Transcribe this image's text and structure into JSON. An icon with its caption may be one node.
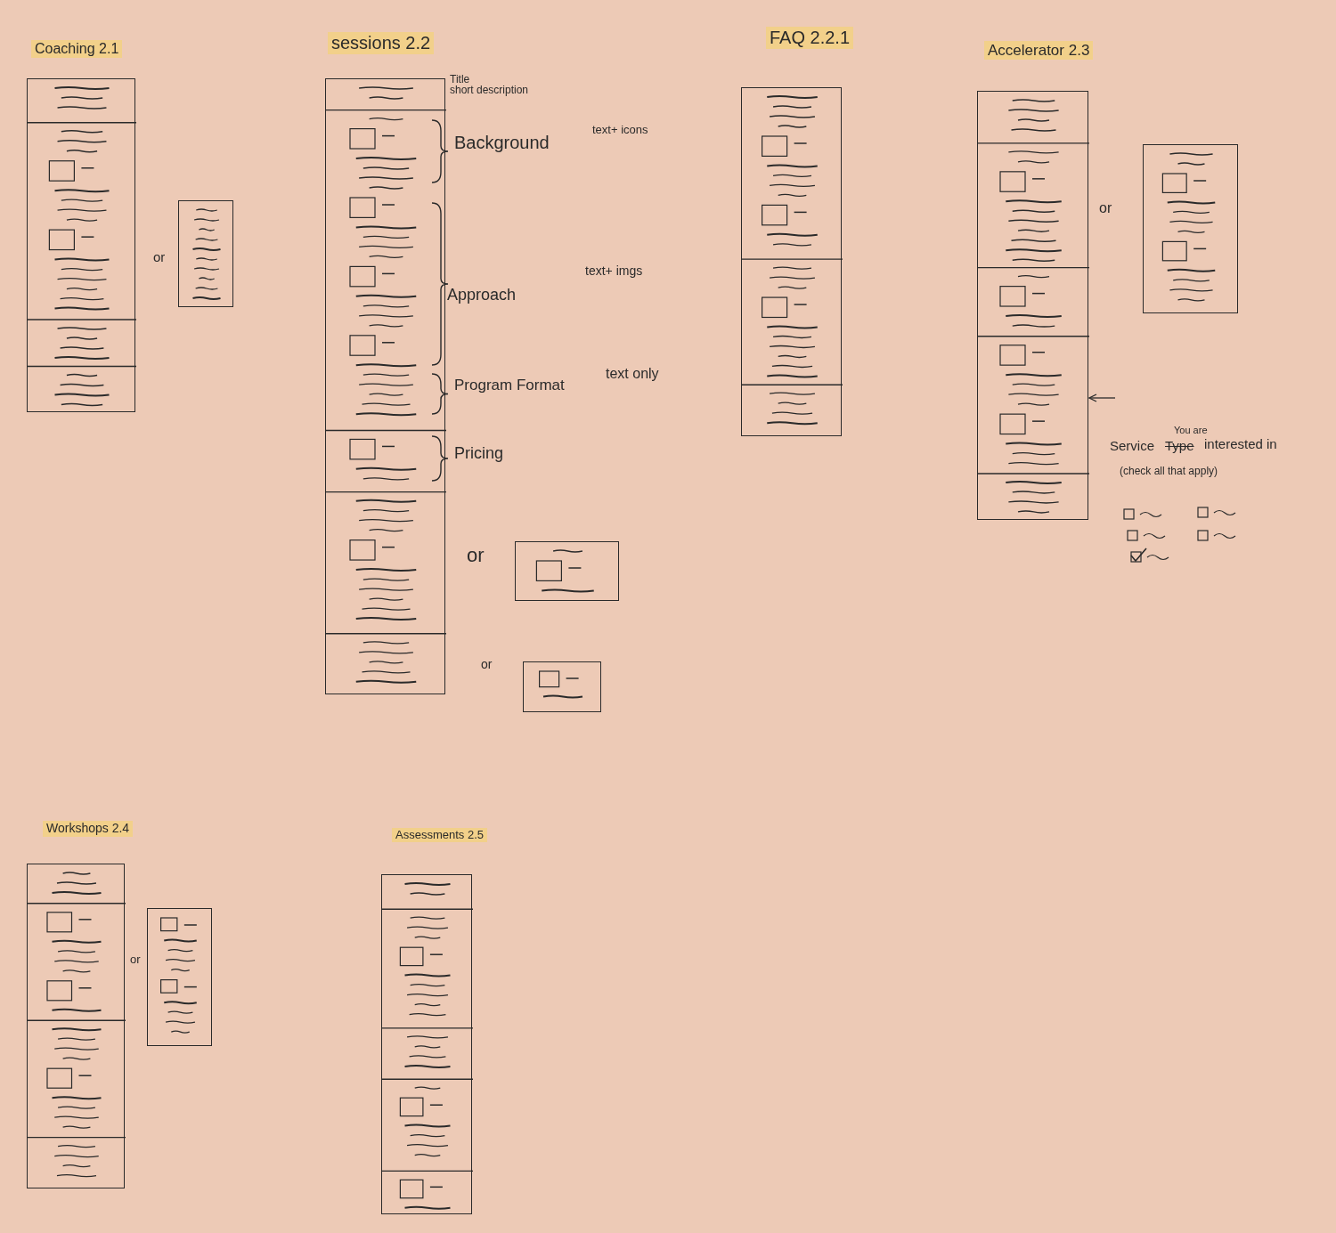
{
  "diagram": {
    "nodes": [
      {
        "text": [
          "Coaching 2.1"
        ]
      },
      {
        "text": [],
        "shape": "box"
      },
      {
        "text": [
          "sessions 2.2"
        ]
      },
      {
        "text": [],
        "shape": "box"
      },
      {
        "text": [],
        "shape": "box"
      },
      {
        "text": [
          "FAQ 2.2.1"
        ]
      },
      {
        "text": [
          "Accelerator 2.3"
        ]
      },
      {
        "text": [],
        "shape": "box"
      },
      {
        "text": [
          "Workshops 2.4"
        ]
      },
      {
        "text": [],
        "shape": "box"
      },
      {
        "text": [
          "Assessments 2.5"
        ]
      }
    ],
    "edges": [
      {
        "from": null,
        "to": 6,
        "arrow": "to"
      }
    ],
    "labels": [
      "or",
      "Title",
      "short description",
      "Background",
      "text+ icons",
      "Approach",
      "text+ imgs",
      "Program Format",
      "text only",
      "Pricing",
      "or",
      "or",
      "or",
      "You are",
      "Service",
      "Type",
      "interested in",
      "(check all that apply)",
      "or"
    ]
  }
}
